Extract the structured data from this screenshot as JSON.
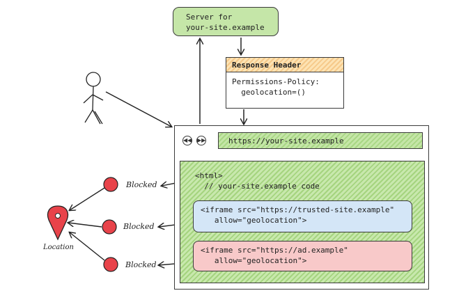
{
  "server": {
    "line1": "Server for",
    "line2": "your-site.example"
  },
  "response_header": {
    "title": "Response Header",
    "line1": "Permissions-Policy:",
    "line2": "  geolocation=()"
  },
  "browser": {
    "url": "https://your-site.example",
    "nav_icons": [
      "back-icon",
      "forward-icon"
    ]
  },
  "page_code": {
    "line1": "<html>",
    "line2": "  // your-site.example code"
  },
  "iframes": [
    {
      "line1": "<iframe src=\"https://trusted-site.example\"",
      "line2": "   allow=\"geolocation\">",
      "color": "#d4e6f7"
    },
    {
      "line1": "<iframe src=\"https://ad.example\"",
      "line2": "   allow=\"geolocation\">",
      "color": "#f8c9c9"
    }
  ],
  "blocked_labels": [
    "Blocked",
    "Blocked",
    "Blocked"
  ],
  "location_label": "Location",
  "colors": {
    "green": "#c5e6a8",
    "orange": "#fde3b4",
    "blue": "#d4e6f7",
    "pink": "#f8c9c9",
    "red": "#e8434a"
  }
}
